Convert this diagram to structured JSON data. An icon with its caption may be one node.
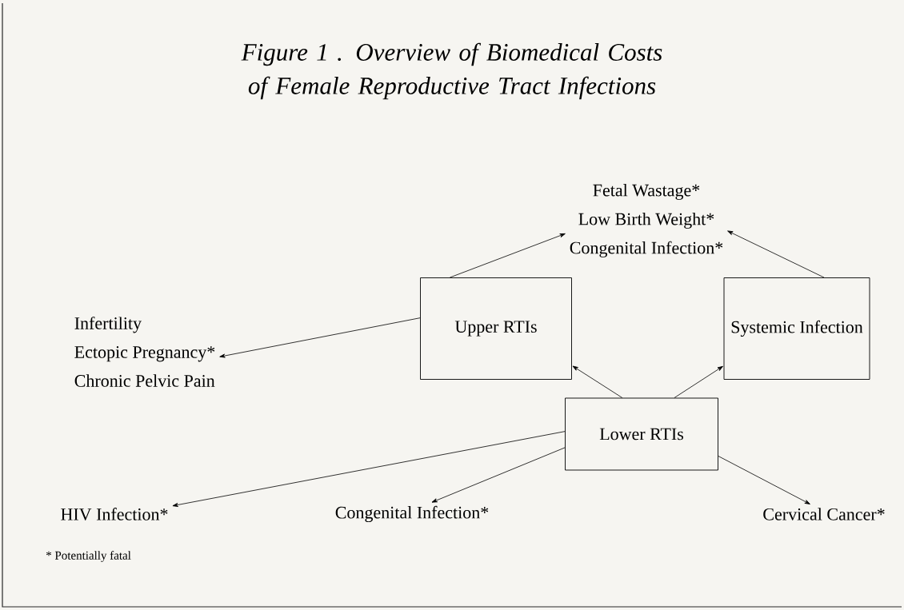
{
  "diagram": {
    "title": "Figure 1 . Overview of Biomedical Costs of Female Reproductive Tract Infections",
    "nodes": [
      {
        "text": [
          "Fetal Wastage*",
          "Low Birth Weight*",
          "Congenital  Infection*"
        ]
      },
      {
        "text": [
          "Upper RTIs"
        ]
      },
      {
        "text": [
          "Systemic Infection"
        ]
      },
      {
        "text": [
          "Infertility",
          "Ectopic Pregnancy*",
          "Chronic Pelvic Pain"
        ]
      },
      {
        "text": [
          "Lower RTIs"
        ]
      },
      {
        "text": [
          "HIV Infection*"
        ]
      },
      {
        "text": [
          "Congenital Infection*"
        ]
      },
      {
        "text": [
          "Cervical Cancer*"
        ]
      }
    ],
    "edges": [
      {
        "from": 1,
        "to": 0,
        "arrow": "to"
      },
      {
        "from": 2,
        "to": 0,
        "arrow": "to"
      },
      {
        "from": 1,
        "to": 3,
        "arrow": "to"
      },
      {
        "from": 4,
        "to": 1,
        "arrow": "to"
      },
      {
        "from": 4,
        "to": 2,
        "arrow": "to"
      },
      {
        "from": 4,
        "to": 5,
        "arrow": "to"
      },
      {
        "from": 4,
        "to": 6,
        "arrow": "to"
      },
      {
        "from": 4,
        "to": 7,
        "arrow": "to"
      }
    ],
    "labels": [
      "* Potentially fatal"
    ]
  }
}
